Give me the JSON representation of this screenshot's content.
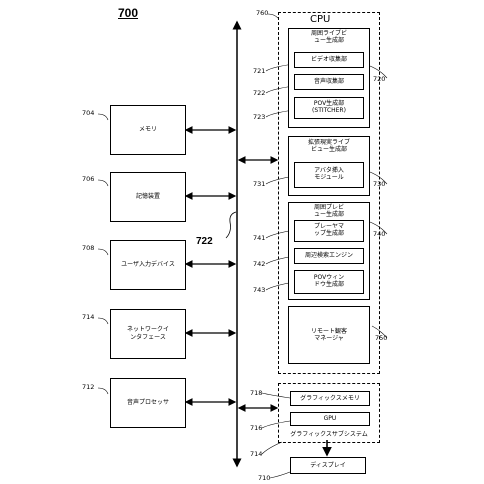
{
  "figure_number": "700",
  "bus_ref": "722",
  "left_blocks": [
    {
      "ref": "704",
      "label": "メモリ"
    },
    {
      "ref": "706",
      "label": "記憶装置"
    },
    {
      "ref": "708",
      "label": "ユーザ入力デバイス"
    },
    {
      "ref": "714",
      "label": "ネットワークイ\nンタフェース"
    },
    {
      "ref": "712",
      "label": "音声プロセッサ"
    }
  ],
  "cpu": {
    "ref": "760",
    "title": "CPU",
    "group1": {
      "ref": "720",
      "title": "周囲ライブビ\nュー生成部",
      "items": [
        {
          "ref": "721",
          "label": "ビデオ収集部"
        },
        {
          "ref": "722",
          "label": "音声収集部"
        },
        {
          "ref": "723",
          "label": "POV生成部\n(STITCHER)"
        }
      ]
    },
    "group2": {
      "ref": "730",
      "title": "拡張現実ライブ\nビュー生成部",
      "items": [
        {
          "ref": "731",
          "label": "アバタ挿入\nモジュール"
        }
      ]
    },
    "group3": {
      "ref": "740",
      "title": "周囲プレビ\nュー生成部",
      "items": [
        {
          "ref": "741",
          "label": "プレーヤマ\nップ生成部"
        },
        {
          "ref": "742",
          "label": "周辺検索エンジン"
        },
        {
          "ref": "743",
          "label": "POVウィン\nドウ生成部"
        }
      ]
    },
    "group4": {
      "ref": "750",
      "label": "リモート観客\nマネージャ"
    }
  },
  "graphics": {
    "ref": "714",
    "title": "グラフィックスサブシステム",
    "memory": {
      "ref": "718",
      "label": "グラフィックスメモリ"
    },
    "gpu": {
      "ref": "716",
      "label": "GPU"
    }
  },
  "display": {
    "ref": "710",
    "label": "ディスプレイ"
  }
}
